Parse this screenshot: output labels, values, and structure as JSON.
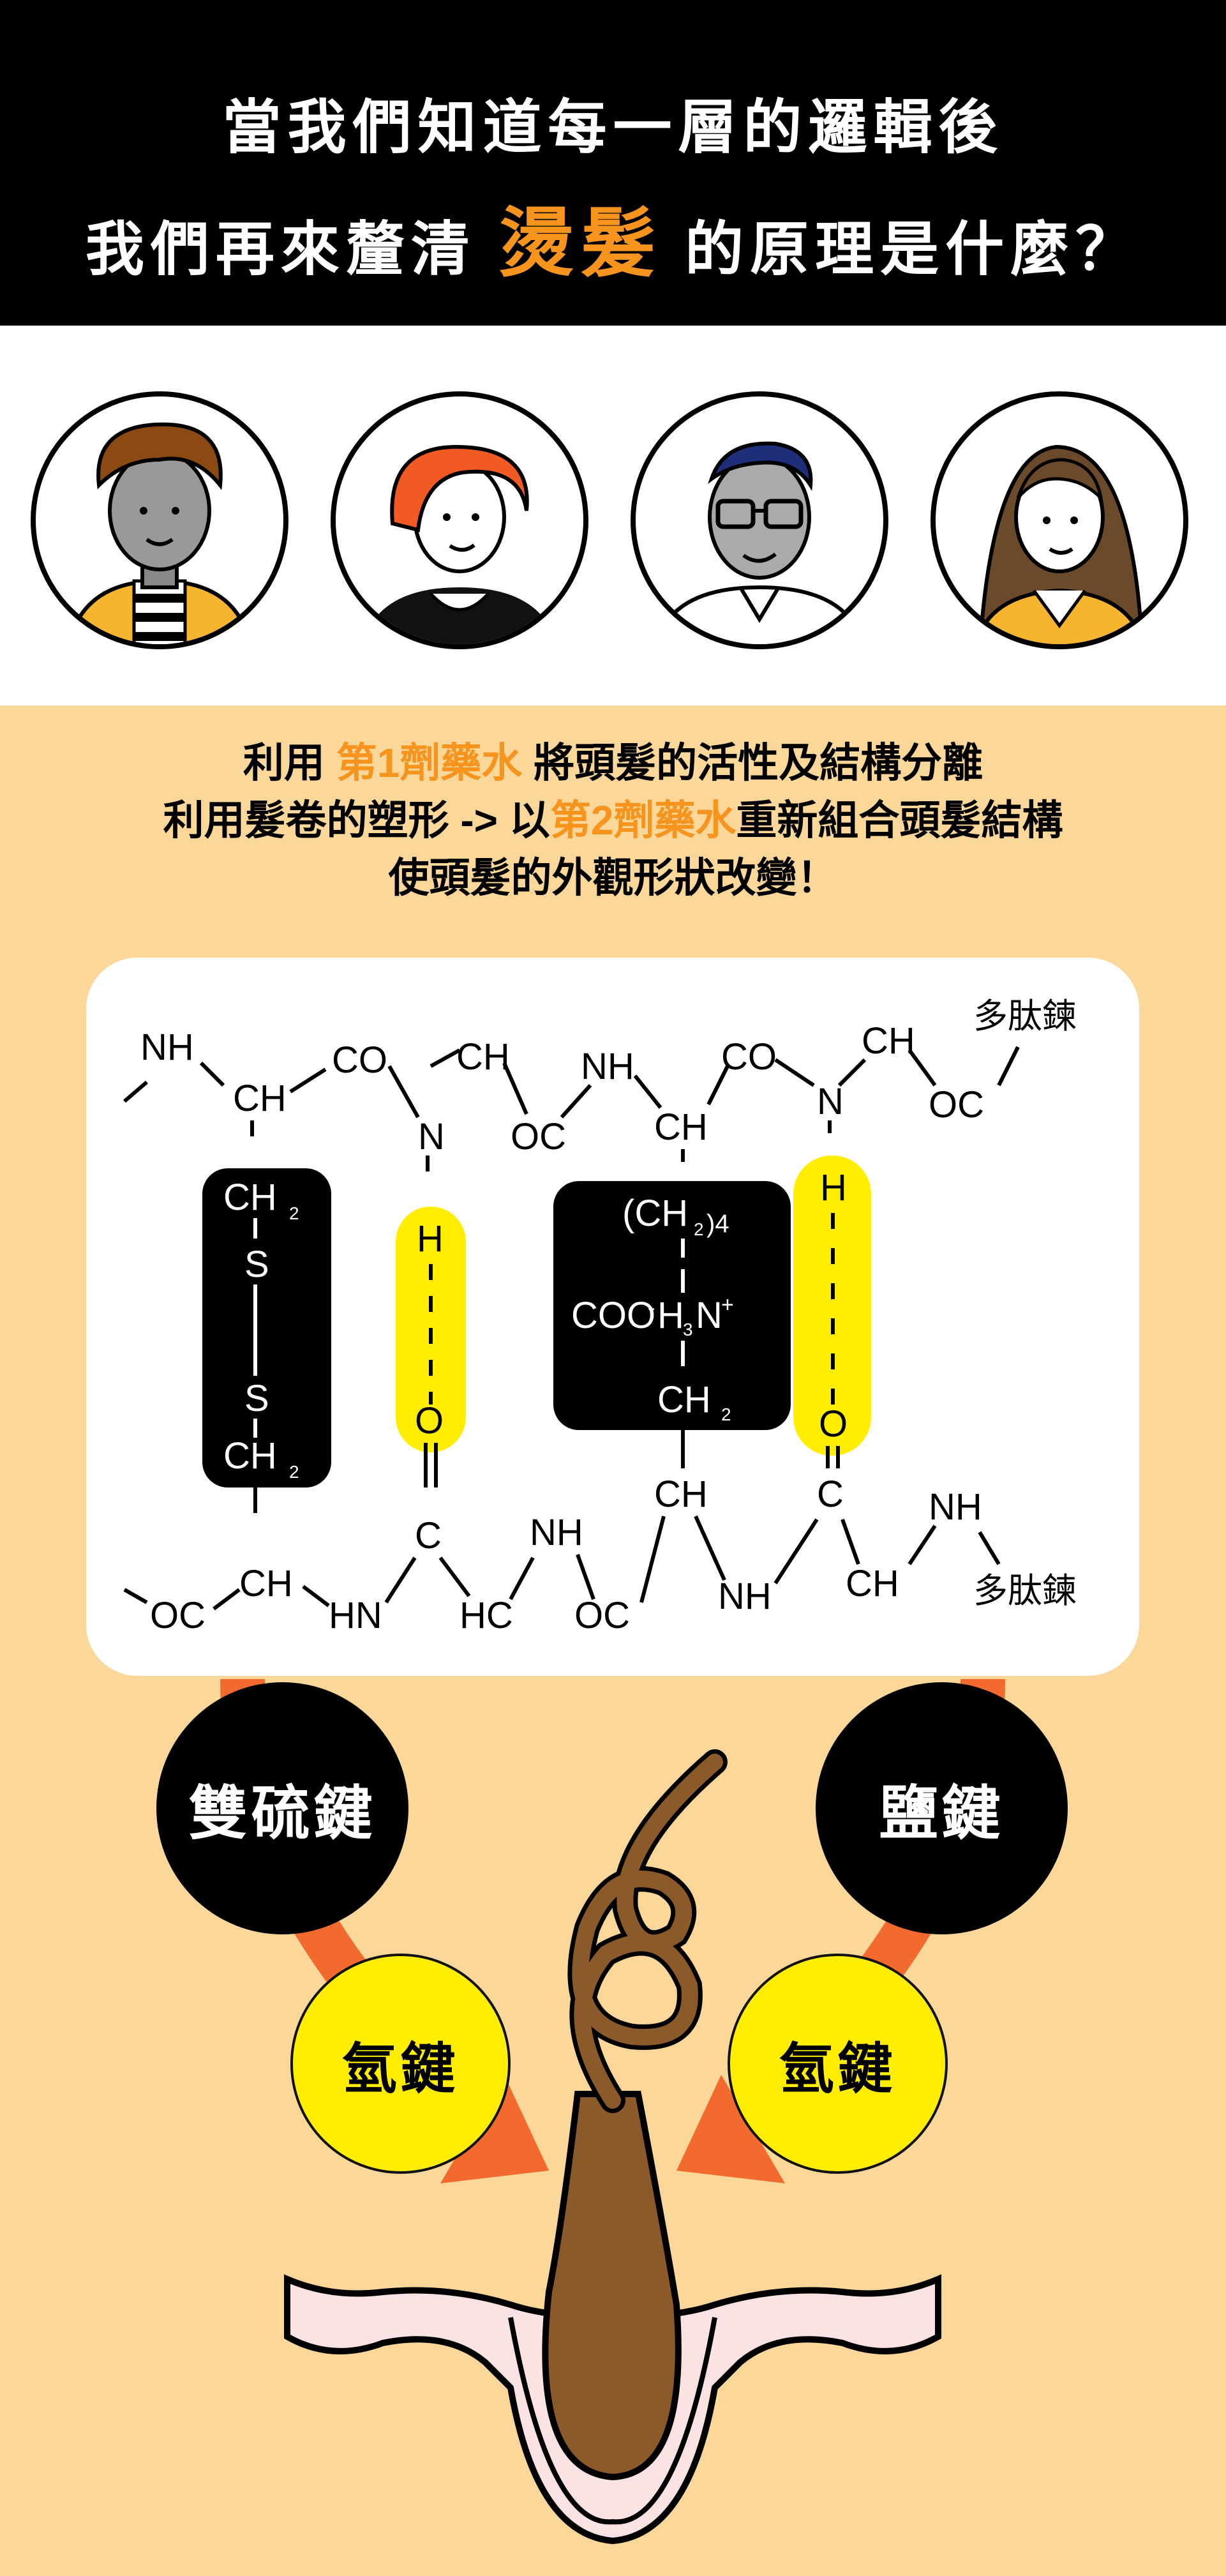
{
  "header": {
    "line1": "當我們知道每一層的邏輯後",
    "line2_prefix": "我們再來釐清",
    "line2_highlight": "燙髮",
    "line2_suffix": "的原理是什麼？"
  },
  "intro": {
    "line1_prefix": "利用 ",
    "line1_highlight": "第1劑藥水",
    "line1_suffix": " 將頭髮的活性及結構分離",
    "line2_prefix": "利用髮卷的塑形 -> 以",
    "line2_highlight": "第2劑藥水",
    "line2_suffix": "重新組合頭髮結構",
    "line3": "使頭髮的外觀形狀改變！"
  },
  "diagram": {
    "top": {
      "nh1": "NH",
      "ch1": "CH",
      "co1": "CO",
      "ch2": "CH",
      "n1": "N",
      "oc1": "OC",
      "nh2": "NH",
      "ch3": "CH",
      "co2": "CO",
      "n2": "N",
      "ch4": "CH",
      "oc2": "OC",
      "chain_label": "多肽鍊"
    },
    "disulfide": {
      "ch2_top": "CH",
      "sub_top": "2",
      "s1": "S",
      "s2": "S",
      "ch2_bottom": "CH",
      "sub_bottom": "2"
    },
    "hbond_left": {
      "h": "H",
      "o": "O"
    },
    "salt": {
      "ch2_4": "(CH",
      "sub2": "2",
      "paren_sub": ")4",
      "coo": "COO",
      "minus": "-",
      "h": "H",
      "sub3": "3",
      "n": "N",
      "plus": "+",
      "ch2": "CH",
      "sub_ch2": "2"
    },
    "hbond_right": {
      "h": "H",
      "o": "O"
    },
    "bottom": {
      "oc1": "OC",
      "ch1": "CH",
      "hn": "HN",
      "c1": "C",
      "nh1": "NH",
      "hc": "HC",
      "oc2": "OC",
      "ch2": "CH",
      "nh2": "NH",
      "c2": "C",
      "ch3": "CH",
      "nh3": "NH",
      "chain_label": "多肽鍊"
    }
  },
  "bonds": {
    "disulfide": "雙硫鍵",
    "salt": "鹽鍵",
    "hydrogen_left": "氫鍵",
    "hydrogen_right": "氫鍵"
  },
  "colors": {
    "header_bg": "#000000",
    "accent_orange": "#f7941d",
    "page_bg": "#fbd79a",
    "hbond_yellow": "#ffee00",
    "arrow_orange": "#f26a2e",
    "hair_brown": "#8b5a2b",
    "skin_pink": "#fbe3e3"
  }
}
